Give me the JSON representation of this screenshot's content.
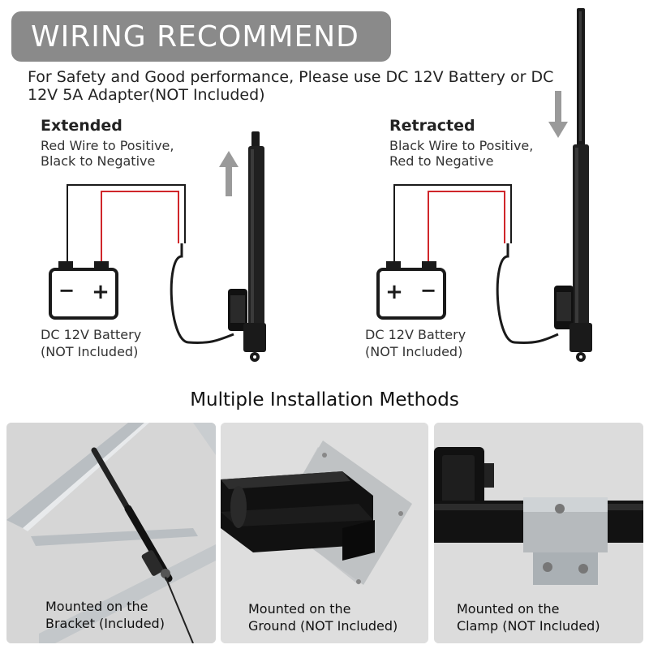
{
  "banner": {
    "title": "WIRING RECOMMEND"
  },
  "intro": {
    "text": "For Safety and Good performance, Please use DC 12V Battery or DC 12V 5A Adapter(NOT Included)"
  },
  "extended": {
    "title": "Extended",
    "line1": "Red Wire to Positive,",
    "line2": "Black to Negative",
    "battery_line1": "DC 12V Battery",
    "battery_line2": "(NOT Included)",
    "minus": "−",
    "plus": "+"
  },
  "retracted": {
    "title": "Retracted",
    "line1": "Black Wire to Positive,",
    "line2": "Red to Negative",
    "battery_line1": "DC 12V Battery",
    "battery_line2": "(NOT Included)",
    "minus": "−",
    "plus": "+"
  },
  "installation": {
    "title": "Multiple Installation Methods",
    "methods": [
      {
        "line1": "Mounted on the",
        "line2": "Bracket (Included)"
      },
      {
        "line1": "Mounted on the",
        "line2": "Ground (NOT Included)"
      },
      {
        "line1": "Mounted on the",
        "line2": "Clamp (NOT Included)"
      }
    ]
  },
  "colors": {
    "banner": "#8a8a8a",
    "wire_red": "#d0262a",
    "wire_black": "#1a1a1a",
    "arrow_gray": "#9a9a9a",
    "panel_bg": "#dcdcdc"
  }
}
